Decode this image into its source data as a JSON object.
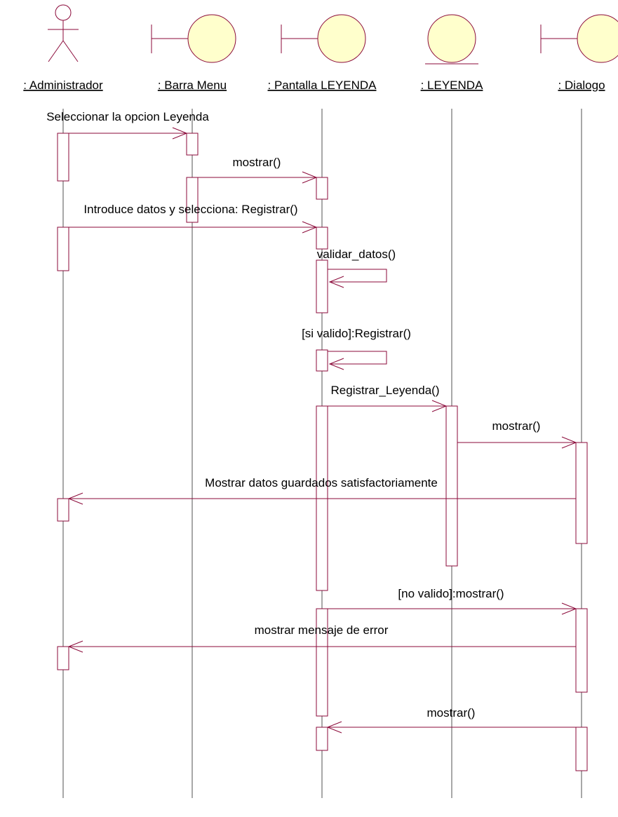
{
  "colors": {
    "line": "#8b0a3a",
    "lifeline": "#505050",
    "fill": "#ffffcc",
    "actor": "#8b0a3a",
    "text": "#000000"
  },
  "participants": [
    {
      "id": "admin",
      "kind": "actor",
      "label": ": Administrador"
    },
    {
      "id": "barra",
      "kind": "boundary",
      "label": ": Barra Menu"
    },
    {
      "id": "pantalla",
      "kind": "boundary",
      "label": ": Pantalla LEYENDA"
    },
    {
      "id": "leyenda",
      "kind": "entity",
      "label": ": LEYENDA"
    },
    {
      "id": "dialogo",
      "kind": "boundary",
      "label": ": Dialogo"
    }
  ],
  "messages": [
    {
      "id": "m1",
      "label": "Seleccionar la opcion Leyenda"
    },
    {
      "id": "m2",
      "label": "mostrar()"
    },
    {
      "id": "m3",
      "label": "Introduce datos y selecciona: Registrar()"
    },
    {
      "id": "m4",
      "label": "validar_datos()"
    },
    {
      "id": "m5",
      "label": "[si valido]:Registrar()"
    },
    {
      "id": "m6",
      "label": "Registrar_Leyenda()"
    },
    {
      "id": "m7",
      "label": "mostrar()"
    },
    {
      "id": "m8",
      "label": "Mostrar datos guardados satisfactoriamente"
    },
    {
      "id": "m9",
      "label": "[no valido]:mostrar()"
    },
    {
      "id": "m10",
      "label": "mostrar mensaje de error"
    },
    {
      "id": "m11",
      "label": "mostrar()"
    }
  ]
}
